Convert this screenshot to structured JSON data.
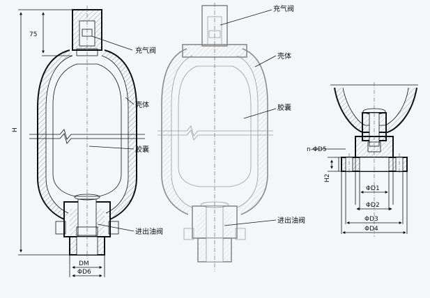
{
  "labels": {
    "charging_valve": "充气阀",
    "shell": "壳体",
    "bladder": "胶囊",
    "oil_valve": "进出油阀"
  },
  "dims": {
    "d75": "75",
    "h": "H",
    "dm": "DM",
    "d6": "ΦD6",
    "nd5": "n-ΦD5",
    "h2": "H2",
    "d1": "ΦD1",
    "d2": "ΦD2",
    "d3": "ΦD3",
    "d4": "ΦD4"
  },
  "colors": {
    "background": "#f4f7fa",
    "ink": "#111111",
    "gray_ink": "#8a8a8a"
  }
}
